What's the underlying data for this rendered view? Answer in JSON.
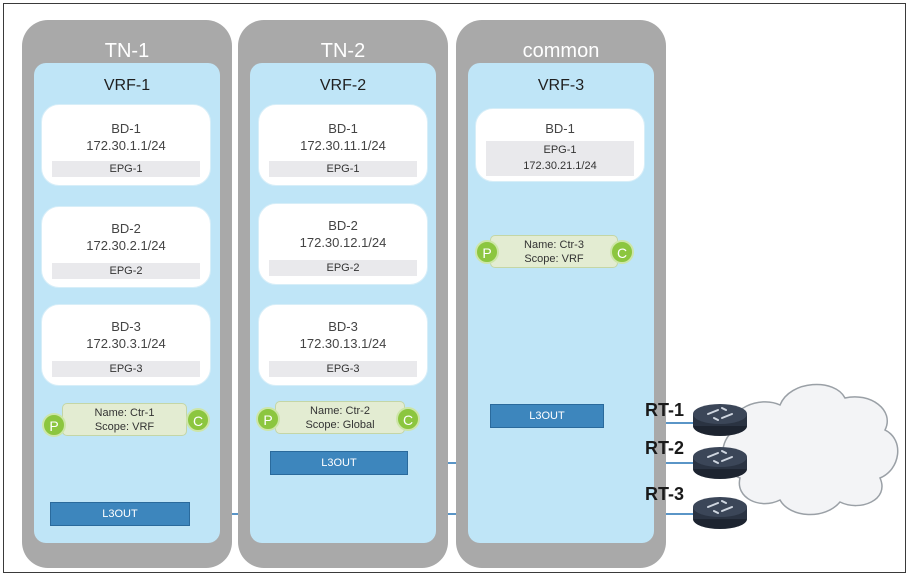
{
  "tenants": [
    {
      "name": "TN-1",
      "vrf": "VRF-1",
      "bds": [
        {
          "name": "BD-1",
          "subnet": "172.30.1.1/24",
          "epg": "EPG-1"
        },
        {
          "name": "BD-2",
          "subnet": "172.30.2.1/24",
          "epg": "EPG-2"
        },
        {
          "name": "BD-3",
          "subnet": "172.30.3.1/24",
          "epg": "EPG-3"
        }
      ],
      "contract": {
        "name": "Name: Ctr-1",
        "scope": "Scope: VRF",
        "p": "P",
        "c": "C"
      },
      "l3out": "L3OUT"
    },
    {
      "name": "TN-2",
      "vrf": "VRF-2",
      "bds": [
        {
          "name": "BD-1",
          "subnet": "172.30.11.1/24",
          "epg": "EPG-1"
        },
        {
          "name": "BD-2",
          "subnet": "172.30.12.1/24",
          "epg": "EPG-2"
        },
        {
          "name": "BD-3",
          "subnet": "172.30.13.1/24",
          "epg": "EPG-3"
        }
      ],
      "contract": {
        "name": "Name: Ctr-2",
        "scope": "Scope: Global",
        "p": "P",
        "c": "C"
      },
      "l3out": "L3OUT"
    },
    {
      "name": "common",
      "vrf": "VRF-3",
      "bds": [
        {
          "name": "BD-1",
          "epg": "EPG-1",
          "subnet": "172.30.21.1/24"
        }
      ],
      "contract": {
        "name": "Name: Ctr-3",
        "scope": "Scope: VRF",
        "p": "P",
        "c": "C"
      },
      "l3out": "L3OUT"
    }
  ],
  "routers": [
    "RT-1",
    "RT-2",
    "RT-3"
  ],
  "icons": [
    "router-icon",
    "cloud-icon"
  ],
  "colors": {
    "tenant": "#a9a9a9",
    "vrf": "#bfe5f7",
    "contract_node": "#8cc63f",
    "l3out": "#3d86bd",
    "arrow": "#9ccc65"
  }
}
